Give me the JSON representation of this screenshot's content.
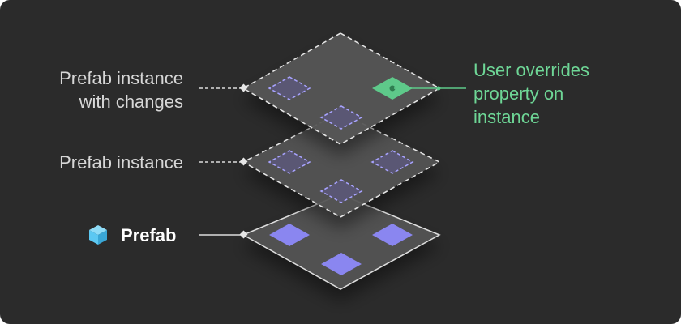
{
  "labels": {
    "instance_changes": [
      "Prefab instance",
      "with changes"
    ],
    "instance": "Prefab instance",
    "prefab": "Prefab",
    "override": [
      "User overrides",
      "property on",
      "instance"
    ]
  },
  "colors": {
    "background": "#2b2b2b",
    "layer_fill": "#545454",
    "dashed_stroke": "#e6e6e6",
    "prefab_item": "#8a86f0",
    "override_item": "#5ec98a",
    "override_text": "#6ed696",
    "cube_icon": "#5cc8f2"
  },
  "icons": {
    "prefab": "cube-icon"
  }
}
